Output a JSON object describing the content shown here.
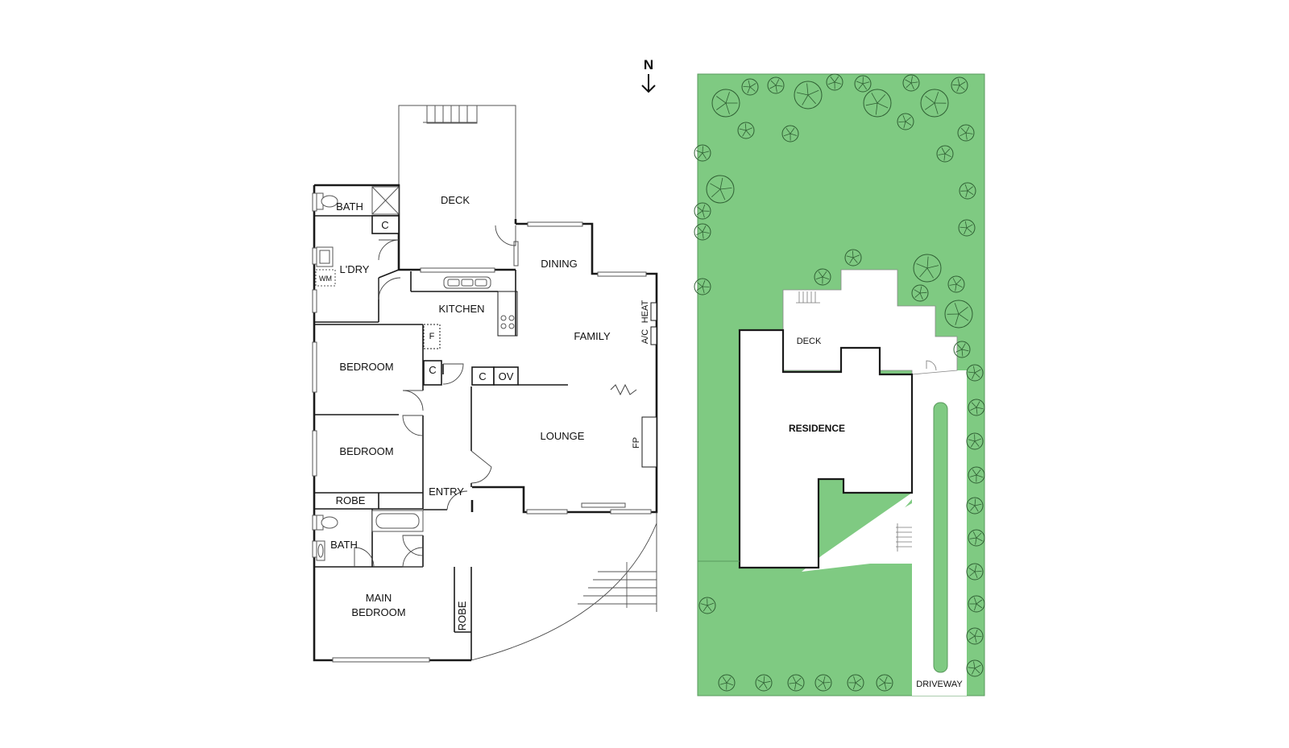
{
  "compass": {
    "label": "N",
    "direction": "south-pointing arrow"
  },
  "floor_plan": {
    "rooms": {
      "deck": "DECK",
      "bath_top": "BATH",
      "cupboard_top": "C",
      "laundry": "L'DRY",
      "washing_machine": "WM",
      "dining": "DINING",
      "kitchen": "KITCHEN",
      "family": "FAMILY",
      "heat": "HEAT",
      "ac": "A/C",
      "fridge": "F",
      "bedroom_1": "BEDROOM",
      "cupboard_mid": "C",
      "cupboard_kitchen": "C",
      "oven": "OV",
      "bedroom_2": "BEDROOM",
      "lounge": "LOUNGE",
      "fireplace": "FP",
      "robe_1": "ROBE",
      "entry": "ENTRY",
      "bath_bottom": "BATH",
      "main_bedroom_line1": "MAIN",
      "main_bedroom_line2": "BEDROOM",
      "robe_2": "ROBE"
    }
  },
  "site_plan": {
    "colors": {
      "lawn": "#7fca82",
      "lawn_stroke": "#5a9a5d",
      "tree_stroke": "#2f5f33"
    },
    "labels": {
      "deck": "DECK",
      "residence": "RESIDENCE",
      "driveway": "DRIVEWAY"
    }
  }
}
